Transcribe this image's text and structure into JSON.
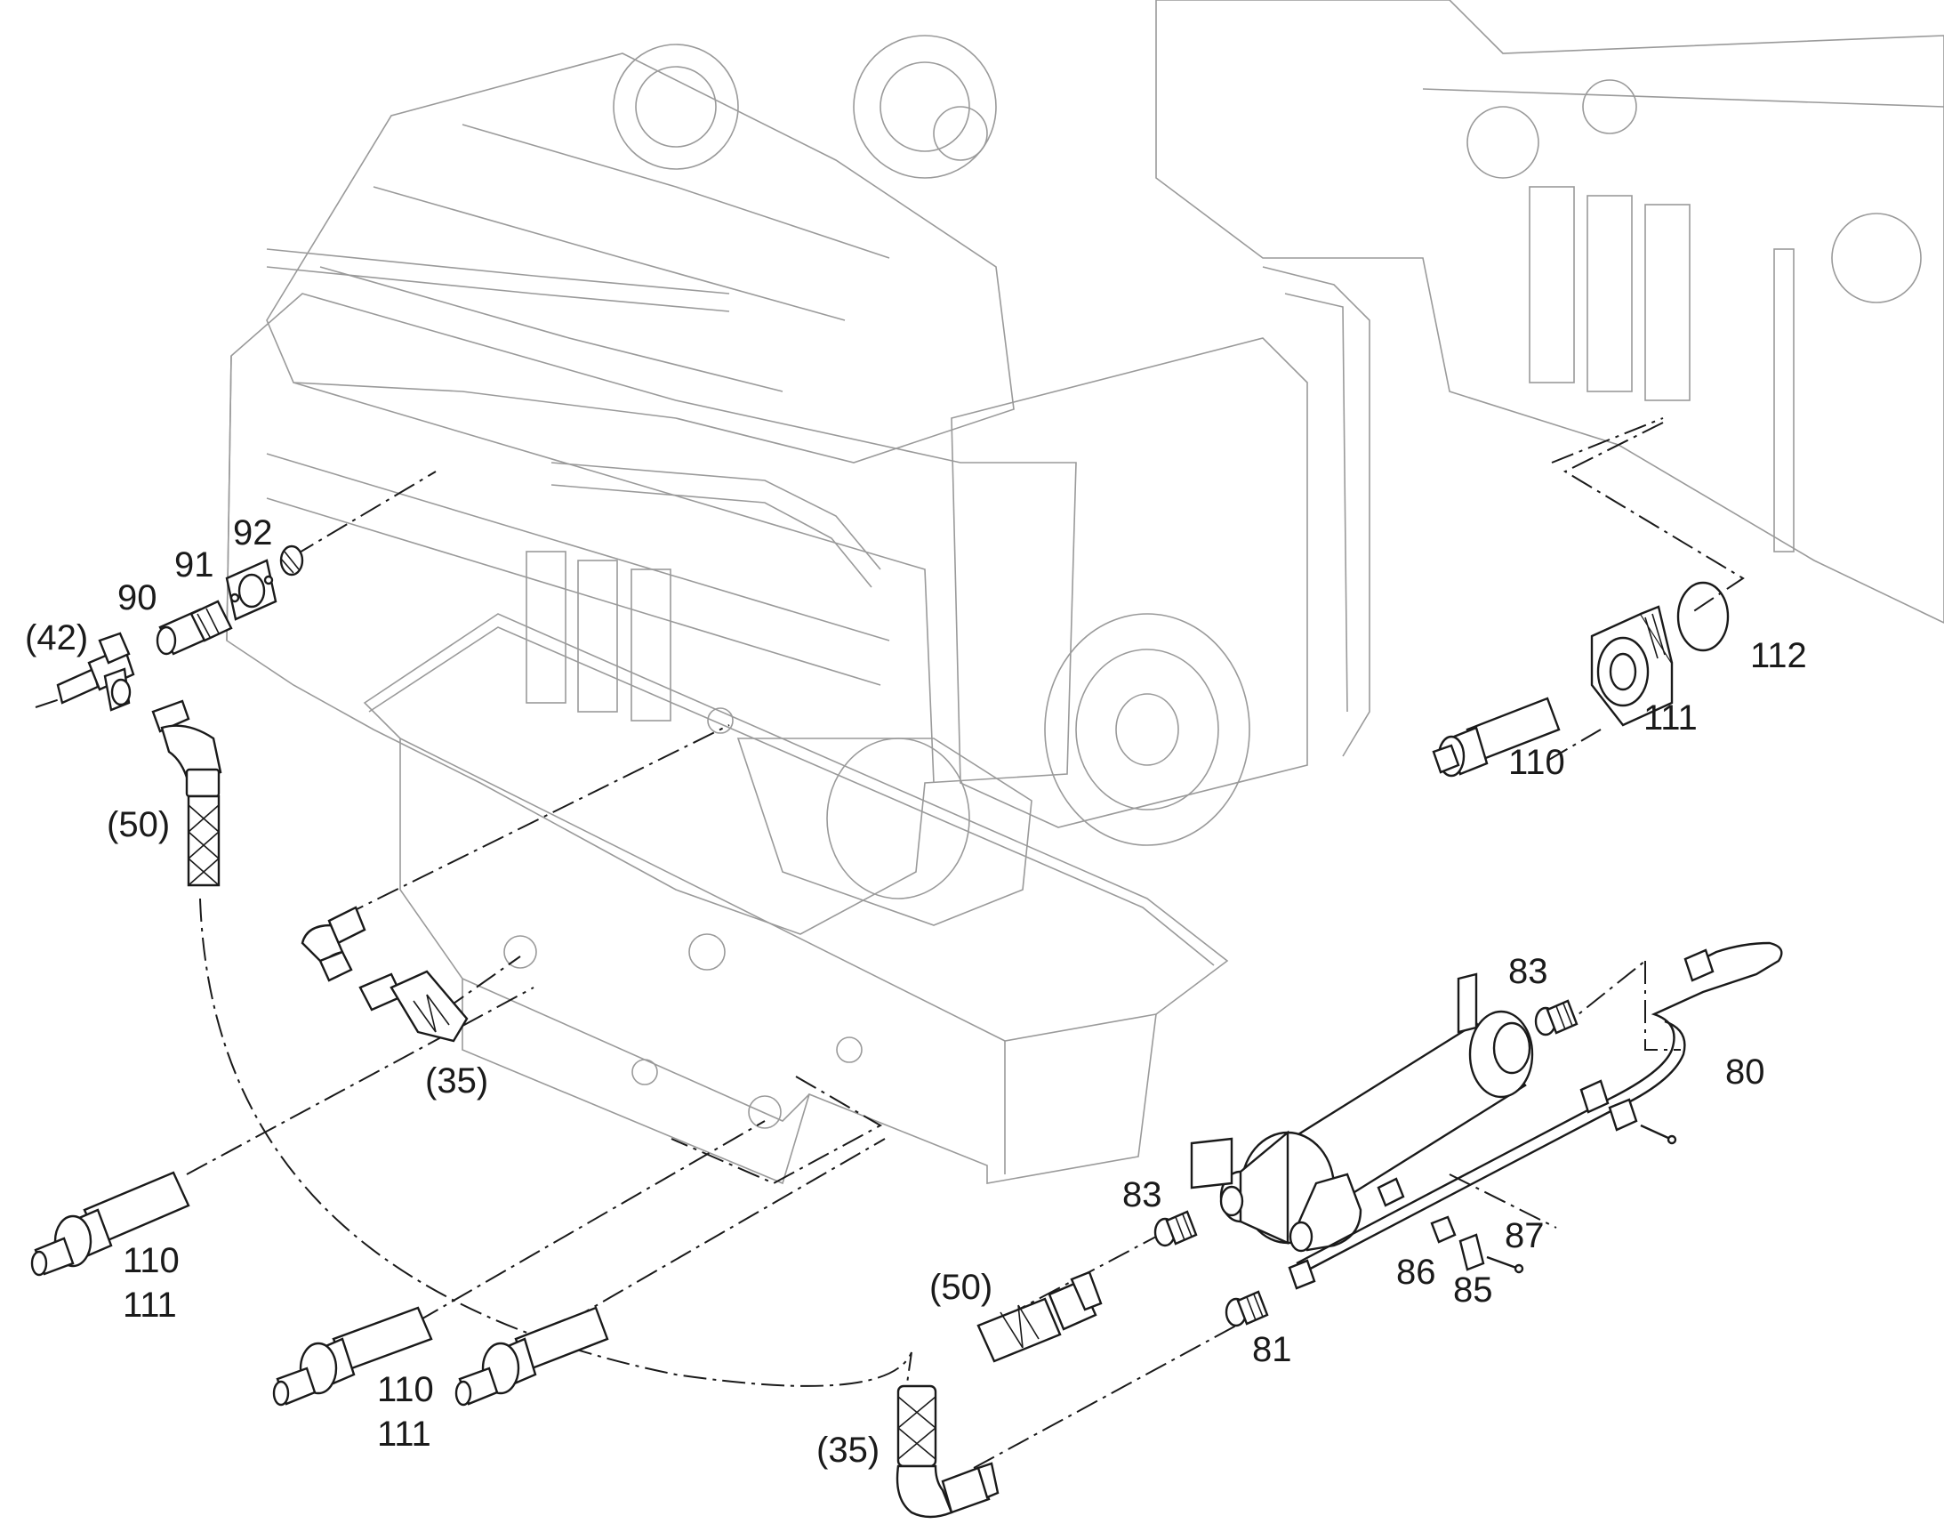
{
  "callouts": {
    "c42": "(42)",
    "c90": "90",
    "c91": "91",
    "c92": "92",
    "c50_top": "(50)",
    "c35_mid": "(35)",
    "c110_left": "110",
    "c111_left": "111",
    "c110_bottom": "110",
    "c111_bottom": "111",
    "c35_bottom": "(35)",
    "c50_bottom": "(50)",
    "c81": "81",
    "c83_left": "83",
    "c83_top": "83",
    "c86": "86",
    "c85": "85",
    "c87": "87",
    "c80": "80",
    "c110_right": "110",
    "c111_right": "111",
    "c112": "112"
  },
  "colors": {
    "ink": "#1a1a1a",
    "ghost": "#9a9a9a",
    "background": "#ffffff"
  }
}
